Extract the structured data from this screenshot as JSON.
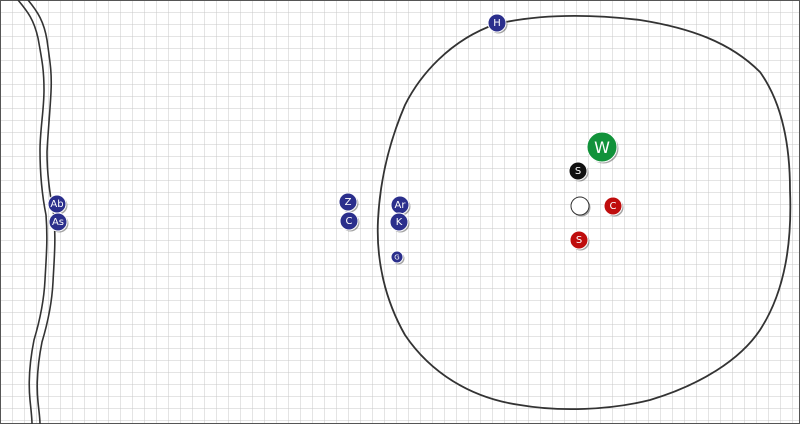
{
  "map": {
    "grid_color": "#c9c9c9",
    "border_color": "#555555",
    "river_color": "#333333",
    "arena_outline_color": "#333333"
  },
  "tokens": [
    {
      "id": "token-hunter",
      "label": "H",
      "color": "#2b2f8c",
      "size": "small"
    },
    {
      "id": "token-ab",
      "label": "Ab",
      "color": "#2b2f8c",
      "size": "small"
    },
    {
      "id": "token-as",
      "label": "As",
      "color": "#2b2f8c",
      "size": "small"
    },
    {
      "id": "token-z",
      "label": "Z",
      "color": "#2b2f8c",
      "size": "small"
    },
    {
      "id": "token-c-blue",
      "label": "C",
      "color": "#2b2f8c",
      "size": "small"
    },
    {
      "id": "token-ar",
      "label": "Ar",
      "color": "#2b2f8c",
      "size": "small"
    },
    {
      "id": "token-k",
      "label": "K",
      "color": "#2b2f8c",
      "size": "small"
    },
    {
      "id": "token-g",
      "label": "G",
      "color": "#2b2f8c",
      "size": "tiny"
    },
    {
      "id": "token-w",
      "label": "W",
      "color": "#11923a",
      "size": "large"
    },
    {
      "id": "token-s-black",
      "label": "S",
      "color": "#111111",
      "size": "small"
    },
    {
      "id": "token-blank",
      "label": "",
      "color": "#ffffff",
      "size": "small"
    },
    {
      "id": "token-c-red",
      "label": "C",
      "color": "#bf0d0d",
      "size": "small"
    },
    {
      "id": "token-s-red",
      "label": "S",
      "color": "#bf0d0d",
      "size": "small"
    }
  ]
}
